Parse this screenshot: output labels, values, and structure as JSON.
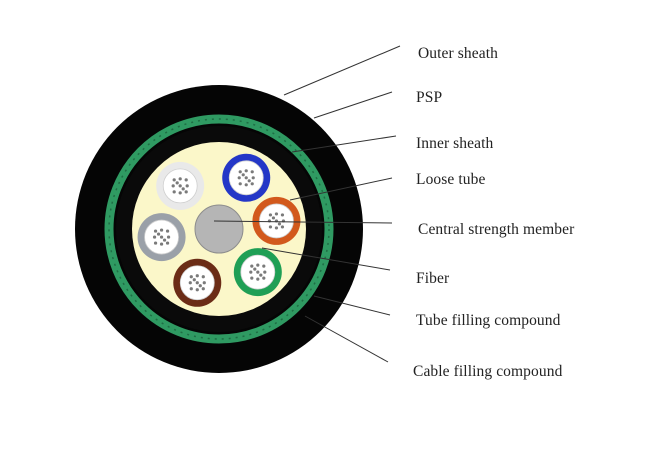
{
  "colors": {
    "outer_sheath": "#050505",
    "psp": "#2f9a62",
    "psp_dark": "#1f6e45",
    "inner_sheath": "#0a0a0a",
    "filling": "#fbf7c9",
    "central_member": "#b5b5b5",
    "leader": "#333333"
  },
  "loose_tubes": [
    {
      "name": "blue",
      "color": "#2437c7"
    },
    {
      "name": "orange",
      "color": "#d2591c"
    },
    {
      "name": "green",
      "color": "#1f9f55"
    },
    {
      "name": "brown",
      "color": "#6b2c16"
    },
    {
      "name": "slate",
      "color": "#9aa0a8"
    },
    {
      "name": "white",
      "color": "#e9e9e9"
    }
  ],
  "labels": {
    "outer_sheath": "Outer sheath",
    "psp": "PSP",
    "inner_sheath": "Inner sheath",
    "loose_tube": "Loose tube",
    "central_strength_member": "Central strength member",
    "fiber": "Fiber",
    "tube_filling_compound": "Tube filling compound",
    "cable_filling_compound": "Cable filling compound"
  }
}
